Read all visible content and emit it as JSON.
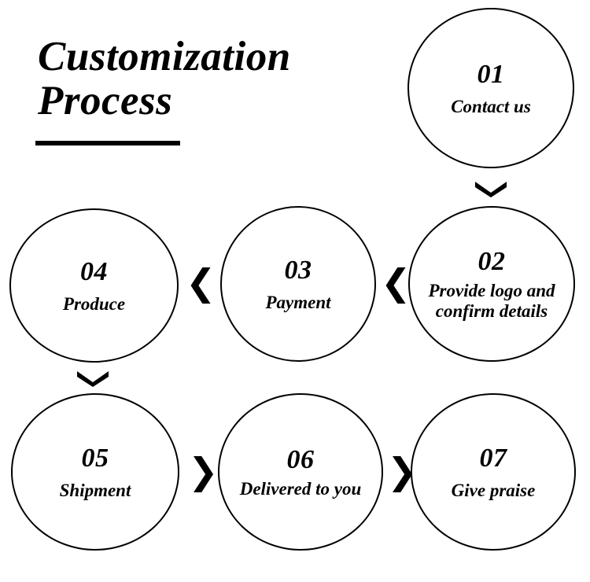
{
  "page": {
    "background": "#ffffff",
    "ink": "#000000"
  },
  "title": {
    "line1": "Customization",
    "line2": "Process"
  },
  "steps": [
    {
      "number": "01",
      "label": "Contact us",
      "multiline": false
    },
    {
      "number": "02",
      "label": "Provide logo and confirm details",
      "multiline": true
    },
    {
      "number": "03",
      "label": "Payment",
      "multiline": false
    },
    {
      "number": "04",
      "label": "Produce",
      "multiline": false
    },
    {
      "number": "05",
      "label": "Shipment",
      "multiline": false
    },
    {
      "number": "06",
      "label": "Delivered to you",
      "multiline": true
    },
    {
      "number": "07",
      "label": "Give praise",
      "multiline": false
    }
  ],
  "connectors": [
    {
      "id": "c01-02",
      "direction": "down",
      "glyph": "v"
    },
    {
      "id": "c02-03",
      "direction": "left",
      "glyph": "❮"
    },
    {
      "id": "c03-04",
      "direction": "left",
      "glyph": "❮"
    },
    {
      "id": "c04-05",
      "direction": "down",
      "glyph": "v"
    },
    {
      "id": "c05-06",
      "direction": "right",
      "glyph": "❯"
    },
    {
      "id": "c06-07",
      "direction": "right",
      "glyph": "❯"
    }
  ]
}
